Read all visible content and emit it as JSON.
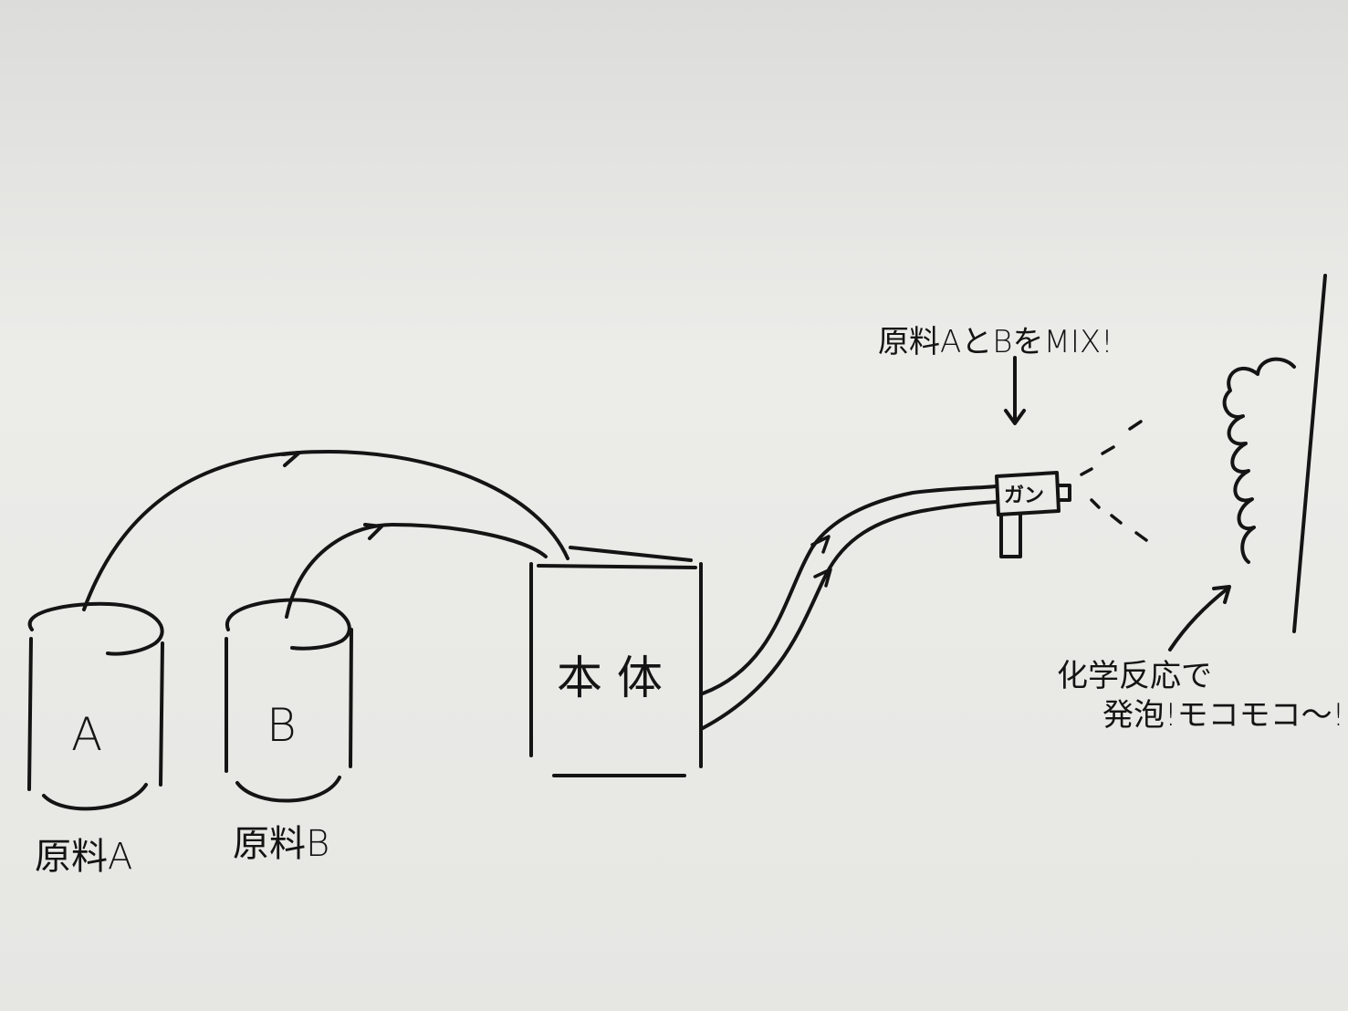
{
  "tank_a": {
    "letter": "A",
    "label": "原料A"
  },
  "tank_b": {
    "letter": "B",
    "label": "原料B"
  },
  "main_unit": {
    "label": "本 体"
  },
  "gun": {
    "label": "ガン"
  },
  "mix_note": "原料AとBをMIX!",
  "reaction_note": {
    "line1": "化学反応で",
    "line2": "発泡!モコモコ〜!"
  },
  "colors": {
    "paper": "#e9e9e7",
    "ink": "#141414"
  }
}
